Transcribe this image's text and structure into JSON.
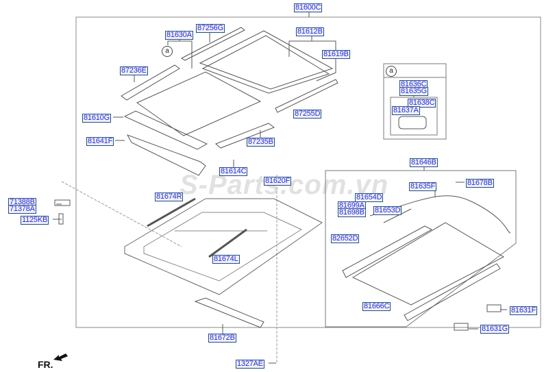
{
  "diagram": {
    "title_part": "81600C",
    "watermark": "S-Parts.com.vn",
    "front_indicator": "FR.",
    "detail_marker": "a",
    "labels": {
      "p81600C": "81600C",
      "p87256G": "87256G",
      "p81630A": "81630A",
      "p81612B": "81612B",
      "p81619B": "81619B",
      "p87236E": "87236E",
      "p81610G": "81610G",
      "p87255D": "87255D",
      "p81641F": "81641F",
      "p87235B": "87235B",
      "p81614C": "81614C",
      "p81620F": "81620F",
      "p81674R": "81674R",
      "p81674L": "81674L",
      "p71388B": "71388B",
      "p71378A": "71378A",
      "p1125KB": "1125KB",
      "p81672B": "81672B",
      "p1327AE": "1327AE",
      "p81646B": "81646B",
      "p81635F": "81635F",
      "p81678B": "81678B",
      "p81654D": "81654D",
      "p81699A": "81699A",
      "p81698B": "81698B",
      "p81653D": "81653D",
      "p82652D": "82652D",
      "p81666C": "81666C",
      "p81631F": "81631F",
      "p81631G": "81631G",
      "p81636C": "81636C",
      "p81635G": "81635G",
      "p81638C": "81638C",
      "p81637A": "81637A"
    },
    "colors": {
      "label_text": "#2a2ad0",
      "label_border": "#1f4f7a",
      "line": "#555555"
    }
  }
}
